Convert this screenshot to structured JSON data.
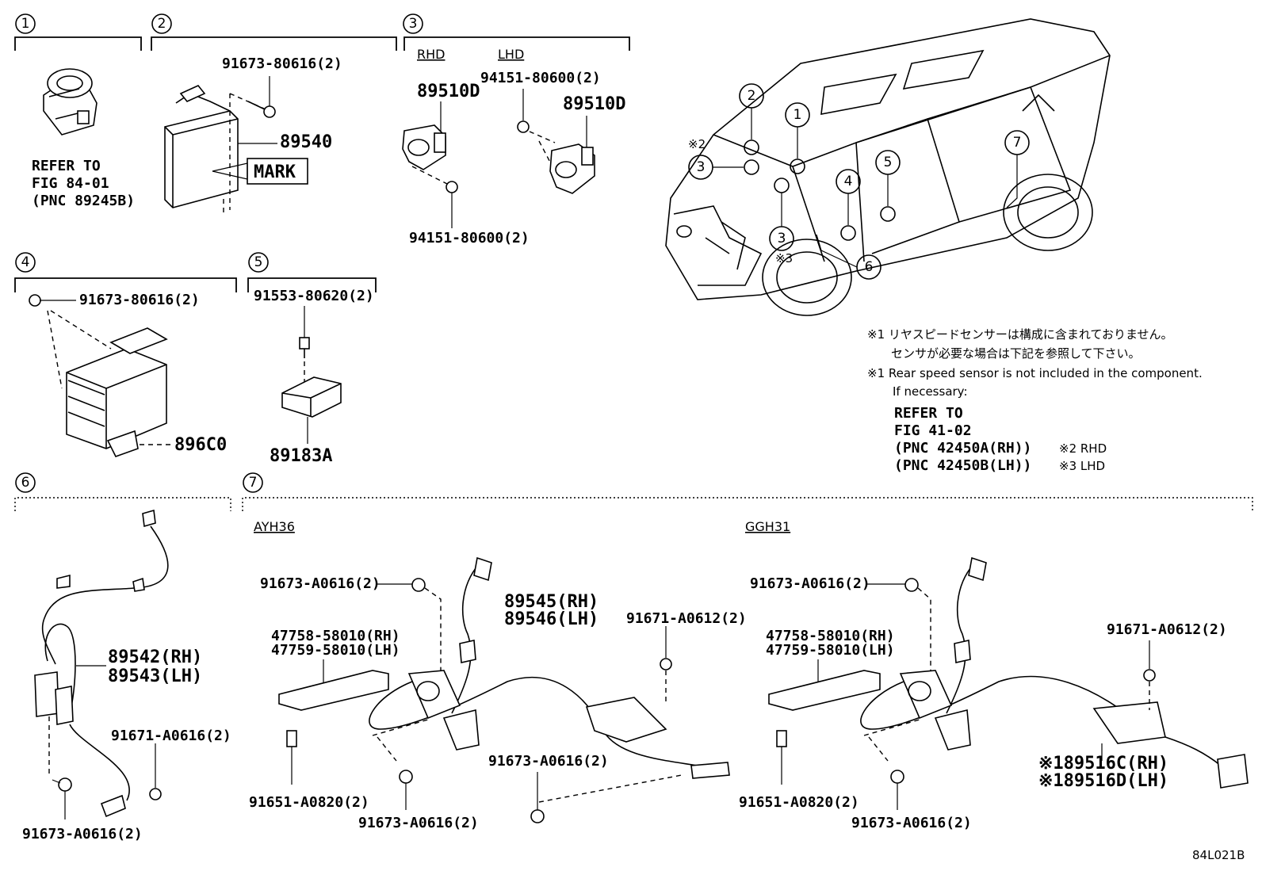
{
  "sections": {
    "s1": {
      "num": "1",
      "refer": [
        "REFER TO",
        "FIG 84-01",
        "(PNC 89245B)"
      ]
    },
    "s2": {
      "num": "2",
      "bolt": "91673-80616(2)",
      "part": "89540",
      "mark": "MARK"
    },
    "s3": {
      "num": "3",
      "rhd": "RHD",
      "lhd": "LHD",
      "part_rhd": "89510D",
      "part_lhd": "89510D",
      "bolt_top": "94151-80600(2)",
      "bolt_bottom": "94151-80600(2)"
    },
    "s4": {
      "num": "4",
      "bolt": "91673-80616(2)",
      "part": "896C0"
    },
    "s5": {
      "num": "5",
      "bolt": "91553-80620(2)",
      "part": "89183A"
    },
    "s6": {
      "num": "6",
      "part_rh": "89542(RH)",
      "part_lh": "89543(LH)",
      "bolt1": "91671-A0616(2)",
      "bolt2": "91673-A0616(2)"
    },
    "s7": {
      "num": "7",
      "ayh": {
        "model": "AYH36",
        "bolt_top": "91673-A0616(2)",
        "sensor_rh": "89545(RH)",
        "sensor_lh": "89546(LH)",
        "bracket_rh": "47758-58010(RH)",
        "bracket_lh": "47759-58010(LH)",
        "bolt_right": "91671-A0612(2)",
        "bolt_lower": "91651-A0820(2)",
        "bolt_bottom": "91673-A0616(2)",
        "bolt_mid": "91673-A0616(2)"
      },
      "ggh": {
        "model": "GGH31",
        "bolt_top": "91673-A0616(2)",
        "bracket_rh": "47758-58010(RH)",
        "bracket_lh": "47759-58010(LH)",
        "bolt_right": "91671-A0612(2)",
        "bolt_lower": "91651-A0820(2)",
        "bolt_bottom": "91673-A0616(2)",
        "part_rh": "※189516C(RH)",
        "part_lh": "※189516D(LH)"
      }
    }
  },
  "car_callouts": [
    "1",
    "2",
    "3",
    "3",
    "4",
    "5",
    "6",
    "7"
  ],
  "car_marks": {
    "m2": "※2",
    "m3": "※3"
  },
  "notes": {
    "jp1": "※1 リヤスピードセンサーは構成に含まれておりません。",
    "jp2": "センサが必要な場合は下記を参照して下さい。",
    "en1": "※1 Rear speed sensor is not included in the component.",
    "en2": "If necessary:",
    "refer": [
      "REFER TO",
      "FIG 41-02",
      "(PNC 42450A(RH))",
      "(PNC 42450B(LH))"
    ],
    "rhd": "※2 RHD",
    "lhd": "※3 LHD"
  },
  "figure_code": "84L021B"
}
